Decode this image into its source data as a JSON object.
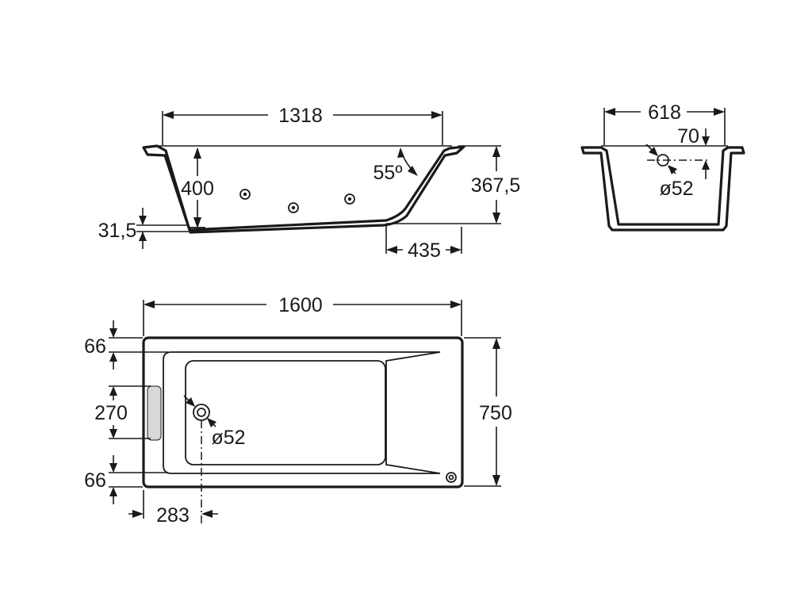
{
  "side_view": {
    "top_length": "1318",
    "depth": "400",
    "angle": "55º",
    "height": "367,5",
    "bottom_offset": "31,5",
    "seat_length": "435"
  },
  "end_view": {
    "width": "618",
    "drain_offset": "70",
    "drain_diameter": "ø52"
  },
  "top_view": {
    "length": "1600",
    "width": "750",
    "rim_top": "66",
    "rim_bottom": "66",
    "headrest_height": "270",
    "drain_diameter": "ø52",
    "drain_position": "283"
  },
  "colors": {
    "line": "#1a1a1a",
    "headrest_fill": "#d8d8d8"
  }
}
